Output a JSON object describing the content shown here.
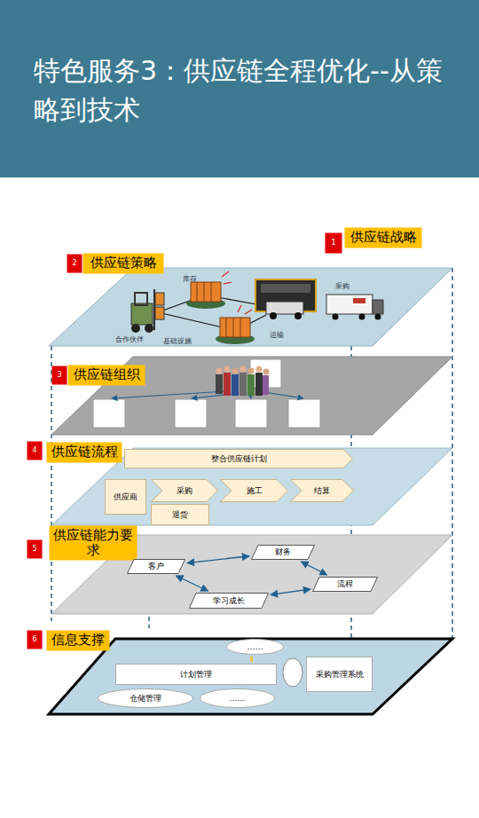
{
  "diagram": {
    "title": "特色服务3：供应链全程优化--从策略到技术",
    "nodes": [
      {
        "text": [
          "1"
        ]
      },
      {
        "text": [
          "供应链战略"
        ]
      },
      {
        "text": [
          "2"
        ]
      },
      {
        "text": [
          "供应链策略"
        ]
      },
      {
        "text": [
          "3"
        ]
      },
      {
        "text": [
          "供应链组织"
        ]
      },
      {
        "text": [
          "4"
        ]
      },
      {
        "text": [
          "供应链流程"
        ]
      },
      {
        "text": [
          "整合供应链计划"
        ]
      },
      {
        "text": [
          "供应商"
        ]
      },
      {
        "text": [
          "采购"
        ]
      },
      {
        "text": [
          "施工"
        ]
      },
      {
        "text": [
          "结算"
        ]
      },
      {
        "text": [
          "退货"
        ]
      },
      {
        "text": [
          "5"
        ]
      },
      {
        "text": [
          "供应链能力要求"
        ]
      },
      {
        "text": [
          "财务"
        ]
      },
      {
        "text": [
          "客户"
        ]
      },
      {
        "text": [
          "流程"
        ]
      },
      {
        "text": [
          "学习成长"
        ]
      },
      {
        "text": [
          "6"
        ]
      },
      {
        "text": [
          "信息支撑"
        ]
      },
      {
        "text": [
          "……"
        ]
      },
      {
        "text": [
          "计划管理"
        ]
      },
      {
        "text": [
          "采购管理系统"
        ]
      },
      {
        "text": [
          "仓储管理"
        ]
      },
      {
        "text": [
          "……"
        ]
      }
    ],
    "edges": [
      {
        "from": 17,
        "to": 16,
        "arrow": "both"
      },
      {
        "from": 16,
        "to": 18,
        "arrow": "both"
      },
      {
        "from": 18,
        "to": 19,
        "arrow": "both"
      },
      {
        "from": 19,
        "to": 17,
        "arrow": "both"
      },
      {
        "from": 22,
        "to": 23,
        "arrow": "none"
      }
    ],
    "labels": [
      "库存",
      "采购",
      "合作伙伴",
      "基础设施",
      "运输"
    ]
  }
}
